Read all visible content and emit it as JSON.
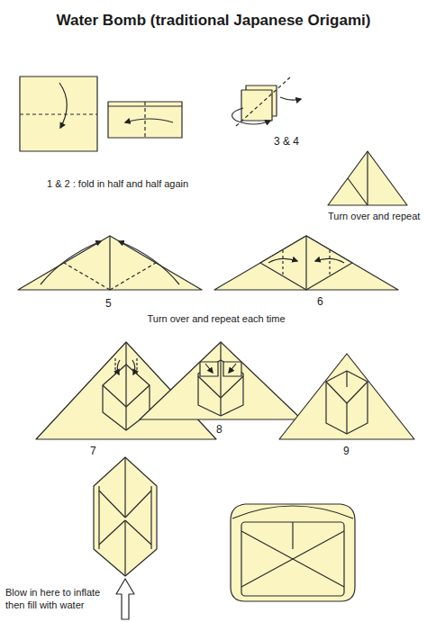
{
  "diagram": {
    "title": "Water Bomb (traditional Japanese Origami)",
    "labels": [
      "1 & 2 : fold in half and half again",
      "3 & 4",
      "Turn over and repeat",
      "5",
      "6",
      "Turn over and repeat each time",
      "7",
      "8",
      "9",
      "Blow in here to inflate then fill with water"
    ]
  }
}
